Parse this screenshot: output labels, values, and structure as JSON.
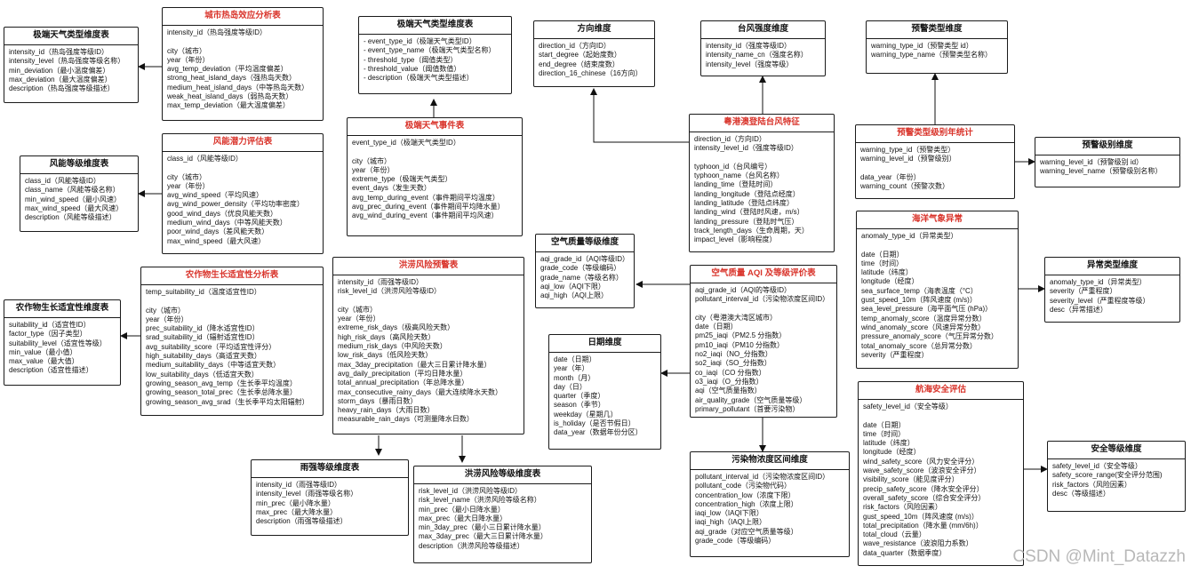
{
  "tables": [
    {
      "id": "t-extreme-weather-type-dim",
      "title": "极端天气类型维度表",
      "fact": false,
      "fields": [
        "intensity_id（热岛强度等级ID）",
        "intensity_level（热岛强度等级名称）",
        "min_deviation（最小温度偏差）",
        "max_deviation（最大温度偏差）",
        "description（热岛强度等级描述）"
      ]
    },
    {
      "id": "t-urban-heat-island",
      "title": "城市热岛效应分析表",
      "fact": true,
      "fields": [
        "intensity_id（热岛强度等级ID）",
        "",
        "city（城市）",
        "year（年份）",
        "avg_temp_deviation（平均温度偏差）",
        "strong_heat_island_days（强热岛天数）",
        "medium_heat_island_days（中等热岛天数）",
        "weak_heat_island_days（弱热岛天数）",
        "max_temp_deviation（最大温度偏差）"
      ]
    },
    {
      "id": "t-wind-level-dim",
      "title": "风能等级维度表",
      "fact": false,
      "fields": [
        "class_id（风能等级ID）",
        "class_name（风能等级名称）",
        "min_wind_speed（最小风速）",
        "max_wind_speed（最大风速）",
        "description（风能等级描述）"
      ]
    },
    {
      "id": "t-wind-potential",
      "title": "风能潜力评估表",
      "fact": true,
      "fields": [
        "class_id（风能等级ID）",
        "",
        "city（城市）",
        "year（年份）",
        "avg_wind_speed（平均风速）",
        "avg_wind_power_density（平均功率密度）",
        "good_wind_days（优良风能天数）",
        "medium_wind_days（中等风能天数）",
        "poor_wind_days（差风能天数）",
        "max_wind_speed（最大风速）"
      ]
    },
    {
      "id": "t-crop-suitability",
      "title": "农作物生长适宜性分析表",
      "fact": true,
      "fields": [
        "temp_suitability_id（温度适宜性ID）",
        "",
        "city（城市）",
        "year（年份）",
        "prec_suitability_id（降水适宜性ID）",
        "srad_suitability_id（辐射适宜性ID）",
        "avg_suitability_score（平均适宜性评分）",
        "high_suitability_days（高适宜天数）",
        "medium_suitability_days（中等适宜天数）",
        "low_suitability_days（低适宜天数）",
        "growing_season_avg_temp（生长季平均温度）",
        "growing_season_total_prec（生长季总降水量）",
        "growing_season_avg_srad（生长季平均太阳辐射）"
      ]
    },
    {
      "id": "t-crop-suitability-dim",
      "title": "农作物生长适宜性维度表",
      "fact": false,
      "fields": [
        "suitability_id（适宜性ID）",
        "factor_type（因子类型）",
        "suitability_level（适宜性等级）",
        "min_value（最小值）",
        "max_value（最大值）",
        "description（适宜性描述）"
      ]
    },
    {
      "id": "t-extreme-weather-type-dim2",
      "title": "极端天气类型维度表",
      "fact": false,
      "fields": [
        "- event_type_id（极端天气类型ID）",
        "- event_type_name（极端天气类型名称）",
        "- threshold_type（阈值类型）",
        "- threshold_value（阈值数值）",
        "- description（极端天气类型描述）"
      ]
    },
    {
      "id": "t-extreme-weather-event",
      "title": "极端天气事件表",
      "fact": true,
      "fields": [
        "event_type_id（极端天气类型ID）",
        "",
        "city（城市）",
        "year（年份）",
        "extreme_type（极端天气类型）",
        "event_days（发生天数）",
        "avg_temp_during_event（事件期间平均温度）",
        "avg_prec_during_event（事件期间平均降水量）",
        "avg_wind_during_event（事件期间平均风速）"
      ]
    },
    {
      "id": "t-flood-warning",
      "title": "洪涝风险预警表",
      "fact": true,
      "fields": [
        "intensity_id（雨强等级ID）",
        "risk_level_id（洪涝风险等级ID）",
        "",
        "city（城市）",
        "year（年份）",
        "extreme_risk_days（极高风险天数）",
        "high_risk_days（高风险天数）",
        "medium_risk_days（中风险天数）",
        "low_risk_days（低风险天数）",
        "max_3day_precipitation（最大三日累计降水量）",
        "avg_daily_precipitation（平均日降水量）",
        "total_annual_precipitation（年总降水量）",
        "max_consecutive_rainy_days（最大连续降水天数）",
        "storm_days（暴雨日数）",
        "heavy_rain_days（大雨日数）",
        "measurable_rain_days（可测量降水日数）"
      ]
    },
    {
      "id": "t-rain-intensity-dim",
      "title": "雨强等级维度表",
      "fact": false,
      "fields": [
        "intensity_id（雨强等级ID）",
        "intensity_level（雨强等级名称）",
        "min_prec（最小降水量）",
        "max_prec（最大降水量）",
        "description（雨强等级描述）"
      ]
    },
    {
      "id": "t-flood-risk-dim",
      "title": "洪涝风险等级维度表",
      "fact": false,
      "fields": [
        "risk_level_id（洪涝风险等级ID）",
        "risk_level_name（洪涝风险等级名称）",
        "min_prec（最小日降水量）",
        "max_prec（最大日降水量）",
        "min_3day_prec（最小三日累计降水量）",
        "max_3day_prec（最大三日累计降水量）",
        "description（洪涝风险等级描述）"
      ]
    },
    {
      "id": "t-direction-dim",
      "title": "方向维度",
      "fact": false,
      "fields": [
        "direction_id（方向ID）",
        "start_degree（起始度数）",
        "end_degree（结束度数）",
        "direction_16_chinese（16方向）"
      ]
    },
    {
      "id": "t-typhoon-intensity-dim",
      "title": "台风强度维度",
      "fact": false,
      "fields": [
        "intensity_id（强度等级ID）",
        "intensity_name_cn（强度名称）",
        "intensity_level（强度等级）"
      ]
    },
    {
      "id": "t-typhoon-landing",
      "title": "粤港澳登陆台风特征",
      "fact": true,
      "fields": [
        "direction_id（方向ID）",
        "intensity_level_id（强度等级ID）",
        "",
        "typhoon_id（台风编号）",
        "typhoon_name（台风名称）",
        "landing_time（登陆时间）",
        "landing_longitude（登陆点经度）",
        "landing_latitude（登陆点纬度）",
        "landing_wind（登陆时风速，m/s）",
        "landing_pressure（登陆时气压）",
        "track_length_days（生命周期，天）",
        "impact_level（影响程度）"
      ]
    },
    {
      "id": "t-aqi-grade-dim",
      "title": "空气质量等级维度",
      "fact": false,
      "fields": [
        "aqi_grade_id（AQI等级ID）",
        "grade_code（等级编码）",
        "grade_name（等级名称）",
        "aqi_low（AQI下限）",
        "aqi_high（AQI上限）"
      ]
    },
    {
      "id": "t-aqi-eval",
      "title": "空气质量 AQI 及等级评价表",
      "fact": true,
      "fields": [
        "aqi_grade_id（AQI的等级ID）",
        "pollutant_interval_id（污染物浓度区间ID）",
        "",
        "city（粤港澳大湾区城市）",
        "date（日期）",
        "pm25_iaqi（PM2.5 分指数）",
        "pm10_iaqi（PM10 分指数）",
        "no2_iaqi（NO_分指数）",
        "so2_iaqi（SO_分指数）",
        "co_iaqi（CO 分指数）",
        "o3_iaqi（O_分指数）",
        "aqi（空气质量指数）",
        "air_quality_grade（空气质量等级）",
        "primary_pollutant（首要污染物）"
      ]
    },
    {
      "id": "t-date-dim",
      "title": "日期维度",
      "fact": false,
      "fields": [
        "date（日期）",
        "year（年）",
        "month（月）",
        "day（日）",
        "quarter（季度）",
        "season（季节）",
        "weekday（星期几）",
        "is_holiday（是否节假日）",
        "data_year（数据年份分区）"
      ]
    },
    {
      "id": "t-pollutant-interval-dim",
      "title": "污染物浓度区间维度",
      "fact": false,
      "fields": [
        "pollutant_interval_id（污染物浓度区间ID）",
        "pollutant_code（污染物代码）",
        "concentration_low（浓度下限）",
        "concentration_high（浓度上限）",
        "iaqi_low（IAQI下限）",
        "iaqi_high（IAQI上限）",
        "aqi_grade（对应空气质量等级）",
        "grade_code（等级编码）"
      ]
    },
    {
      "id": "t-warning-type-dim",
      "title": "预警类型维度",
      "fact": false,
      "fields": [
        "warning_type_id（预警类型 id）",
        "warning_type_name（预警类型名称）"
      ]
    },
    {
      "id": "t-warning-yearly",
      "title": "预警类型级别年统计",
      "fact": true,
      "fields": [
        "warning_type_id（预警类型）",
        "warning_level_id（预警级别）",
        "",
        "data_year（年份）",
        "warning_count（预警次数）"
      ]
    },
    {
      "id": "t-warning-level-dim",
      "title": "预警级别维度",
      "fact": false,
      "fields": [
        "warning_level_id（预警级别 id）",
        "warning_level_name（预警级别名称）"
      ]
    },
    {
      "id": "t-ocean-anomaly",
      "title": "海洋气象异常",
      "fact": true,
      "fields": [
        "anomaly_type_id（异常类型）",
        "",
        "date（日期）",
        "time（时间）",
        "latitude（纬度）",
        "longitude（经度）",
        "sea_surface_temp（海表温度（°C）",
        "gust_speed_10m（阵风速度 (m/s)）",
        "sea_level_pressure（海平面气压 (hPa)）",
        "temp_anomaly_score（温度异常分数）",
        "wind_anomaly_score（风速异常分数）",
        "pressure_anomaly_score（气压异常分数）",
        "total_anomaly_score（总异常分数）",
        "severity（严重程度）"
      ]
    },
    {
      "id": "t-anomaly-type-dim",
      "title": "异常类型维度",
      "fact": false,
      "fields": [
        "anomaly_type_id（异常类型）",
        "severity（严重程度）",
        "severity_level（严重程度等级）",
        "desc（异常描述）"
      ]
    },
    {
      "id": "t-nav-safety",
      "title": "航海安全评估",
      "fact": true,
      "fields": [
        "safety_level_id（安全等级）",
        "",
        "date（日期）",
        "time（时间）",
        "latitude（纬度）",
        "longitude（经度）",
        "wind_safety_score（风力安全评分）",
        "wave_safety_score（波浪安全评分）",
        "visibility_score（能见度评分）",
        "precip_safety_score（降水安全评分）",
        "overall_safety_score（综合安全评分）",
        "risk_factors（风险因素）",
        "gust_speed_10m（阵风速度 (m/s)）",
        "total_precipitation（降水量 (mm/6h)）",
        "total_cloud（云量）",
        "wave_resistance（波浪阻力系数）",
        "data_quarter（数据季度）"
      ]
    },
    {
      "id": "t-safety-level-dim",
      "title": "安全等级维度",
      "fact": false,
      "fields": [
        "safety_level_id（安全等级）",
        "safety_score_range(安全评分范围)",
        "risk_factors（风险因素）",
        "desc（等级描述）"
      ]
    }
  ],
  "watermark": "CSDN @Mint_Datazzh",
  "colors": {
    "fact_title": "#d9342b",
    "dim_title": "#111111",
    "border": "#1a1a1a",
    "watermark": "#b8b8b8"
  }
}
